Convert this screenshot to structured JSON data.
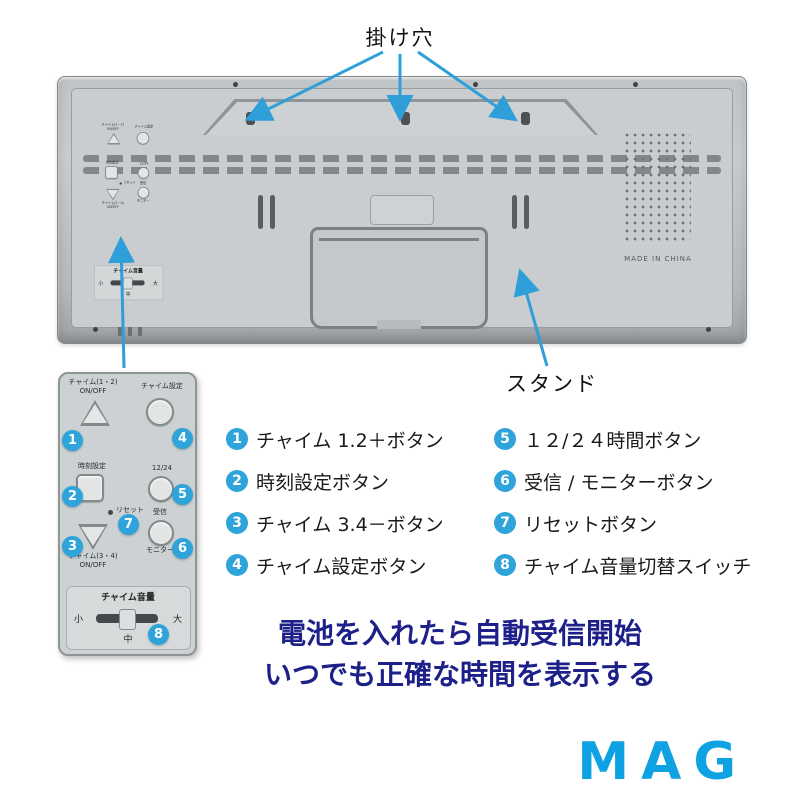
{
  "colors": {
    "accent": "#2e9fd8",
    "badge": "#2ea4da",
    "message": "#1d2088",
    "logo": "#0ea2e2"
  },
  "callouts": {
    "hanging_hole": "掛け穴",
    "stand": "スタンド"
  },
  "clock": {
    "made_in": "MADE IN CHINA"
  },
  "panel": {
    "chime12_line1": "チャイム(1・2)",
    "chime12_line2": "ON/OFF",
    "chime_set": "チャイム設定",
    "time_set": "時刻設定",
    "h12_24": "12/24",
    "reset": "リセット",
    "receive": "受信",
    "monitor": "モニター",
    "chime34_line1": "チャイム(3・4)",
    "chime34_line2": "ON/OFF",
    "volume": {
      "title": "チャイム音量",
      "low": "小",
      "mid": "中",
      "high": "大"
    }
  },
  "legend": {
    "items": [
      {
        "num": "1",
        "label": "チャイム 1.2＋ボタン"
      },
      {
        "num": "2",
        "label": "時刻設定ボタン"
      },
      {
        "num": "3",
        "label": "チャイム 3.4－ボタン"
      },
      {
        "num": "4",
        "label": "チャイム設定ボタン"
      },
      {
        "num": "5",
        "label": "１２/２４時間ボタン"
      },
      {
        "num": "6",
        "label": "受信 / モニターボタン"
      },
      {
        "num": "7",
        "label": "リセットボタン"
      },
      {
        "num": "8",
        "label": "チャイム音量切替スイッチ"
      }
    ]
  },
  "message": {
    "line1": "電池を入れたら自動受信開始",
    "line2": "いつでも正確な時間を表示する"
  },
  "logo": "MAG"
}
